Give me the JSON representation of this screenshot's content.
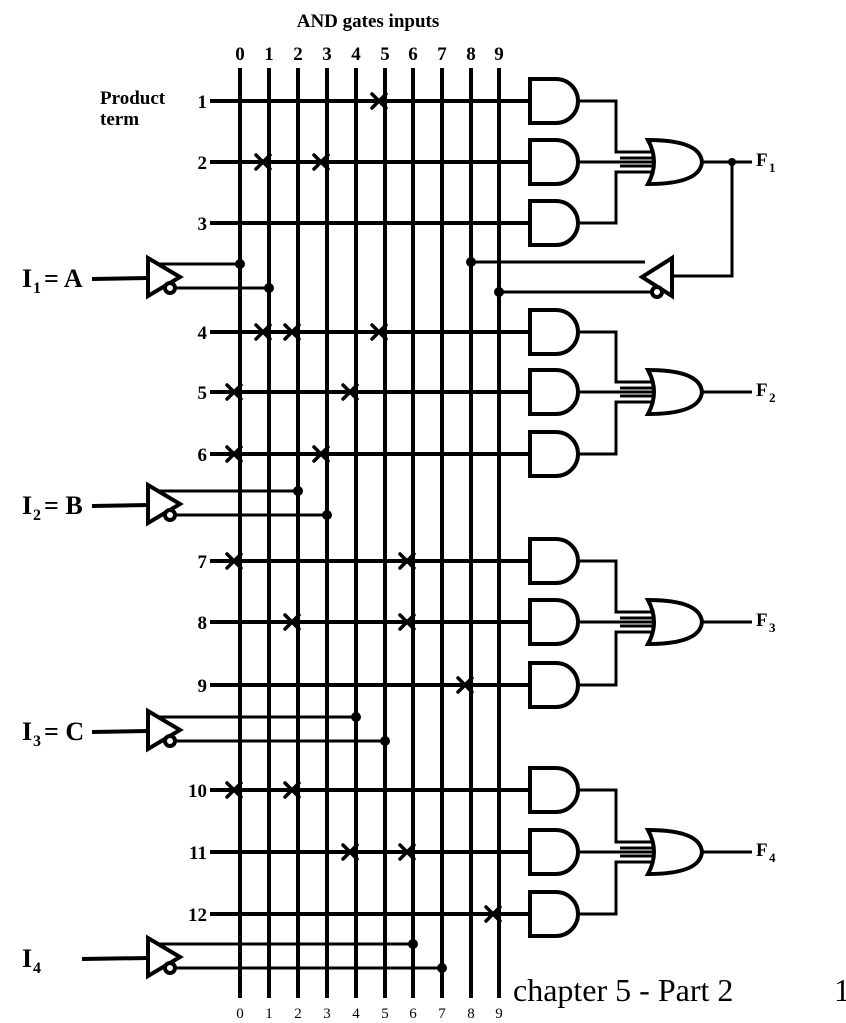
{
  "header": "AND gates inputs",
  "product_term_label": [
    "Product",
    "term"
  ],
  "column_labels": [
    "0",
    "1",
    "2",
    "3",
    "4",
    "5",
    "6",
    "7",
    "8",
    "9"
  ],
  "row_labels": [
    "1",
    "2",
    "3",
    "4",
    "5",
    "6",
    "7",
    "8",
    "9",
    "10",
    "11",
    "12"
  ],
  "inputs": [
    {
      "name": "I",
      "sub": "1",
      "value": "A"
    },
    {
      "name": "I",
      "sub": "2",
      "value": "B"
    },
    {
      "name": "I",
      "sub": "3",
      "value": "C"
    },
    {
      "name": "I",
      "sub": "4",
      "value": ""
    }
  ],
  "outputs": [
    {
      "name": "F",
      "sub": "1"
    },
    {
      "name": "F",
      "sub": "2"
    },
    {
      "name": "F",
      "sub": "3"
    },
    {
      "name": "F",
      "sub": "4"
    }
  ],
  "fuses": [
    {
      "row": 1,
      "cols": [
        5
      ]
    },
    {
      "row": 2,
      "cols": [
        1,
        3
      ]
    },
    {
      "row": 3,
      "cols": []
    },
    {
      "row": 4,
      "cols": [
        1,
        2,
        5
      ]
    },
    {
      "row": 5,
      "cols": [
        0,
        4
      ]
    },
    {
      "row": 6,
      "cols": [
        0,
        3
      ]
    },
    {
      "row": 7,
      "cols": [
        0,
        6
      ]
    },
    {
      "row": 8,
      "cols": [
        2,
        6
      ]
    },
    {
      "row": 9,
      "cols": [
        8
      ]
    },
    {
      "row": 10,
      "cols": [
        0,
        2
      ]
    },
    {
      "row": 11,
      "cols": [
        4,
        6
      ]
    },
    {
      "row": 12,
      "cols": [
        9
      ]
    }
  ],
  "footer": {
    "text": "chapter 5 - Part 2",
    "page": "1"
  }
}
